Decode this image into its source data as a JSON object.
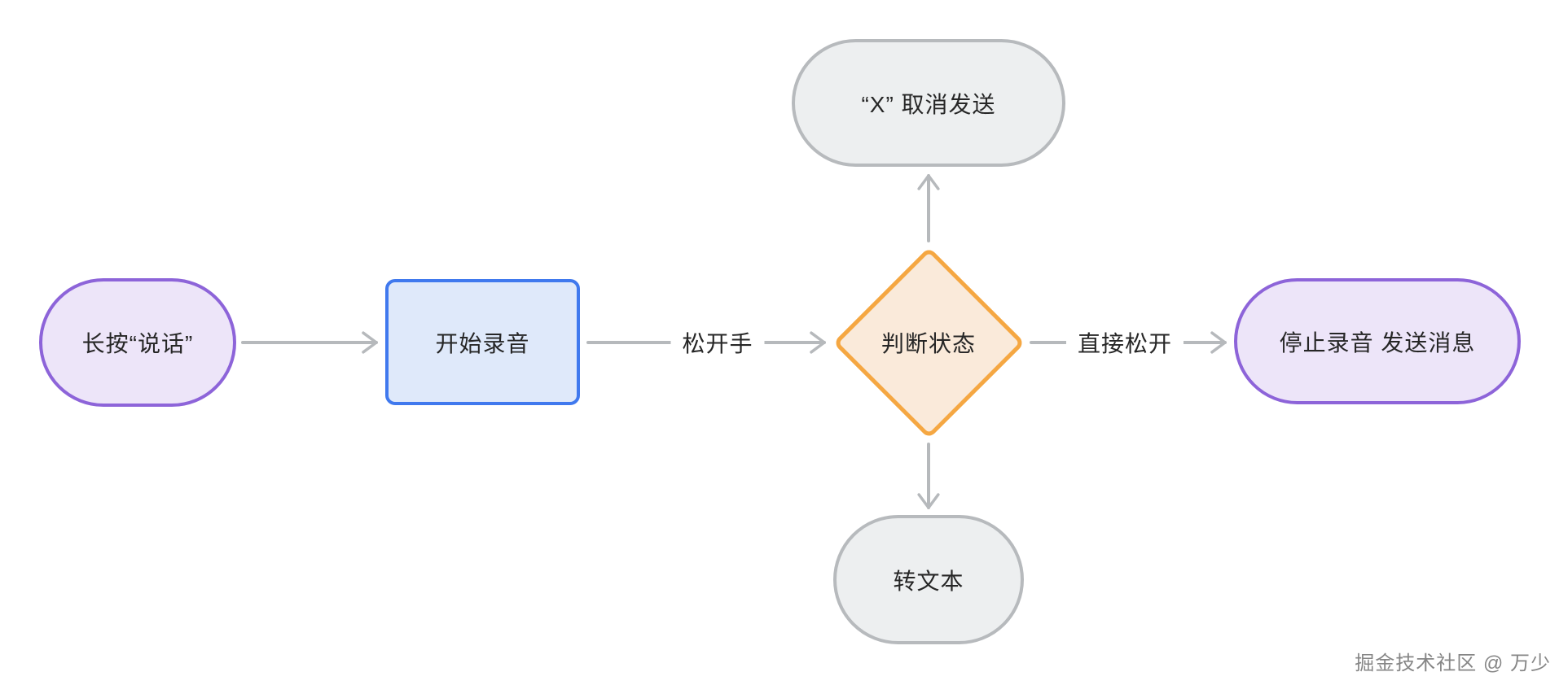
{
  "diagram": {
    "nodes": {
      "press_speak": {
        "label": "长按“说话”",
        "shape": "stadium",
        "theme": "purple"
      },
      "start_recording": {
        "label": "开始录音",
        "shape": "rect",
        "theme": "blue"
      },
      "judge_state": {
        "label": "判断状态",
        "shape": "diamond",
        "theme": "orange"
      },
      "cancel_send": {
        "label": "“X” 取消发送",
        "shape": "stadium",
        "theme": "gray"
      },
      "stop_send": {
        "label": "停止录音 发送消息",
        "shape": "stadium",
        "theme": "purple"
      },
      "to_text": {
        "label": "转文本",
        "shape": "stadium",
        "theme": "gray"
      }
    },
    "edge_labels": {
      "release_hand": "松开手",
      "direct_release": "直接松开"
    },
    "colors": {
      "purple_border": "#8d64d9",
      "purple_fill": "#ede5f9",
      "blue_border": "#4079ee",
      "blue_fill": "#dfe9fa",
      "orange_border": "#f5a742",
      "orange_fill": "#faeada",
      "gray_border": "#b7babd",
      "gray_fill": "#edeff0",
      "arrow": "#b6b9bc",
      "text": "#262626"
    }
  },
  "watermark": {
    "text": "掘金技术社区 @ 万少"
  }
}
